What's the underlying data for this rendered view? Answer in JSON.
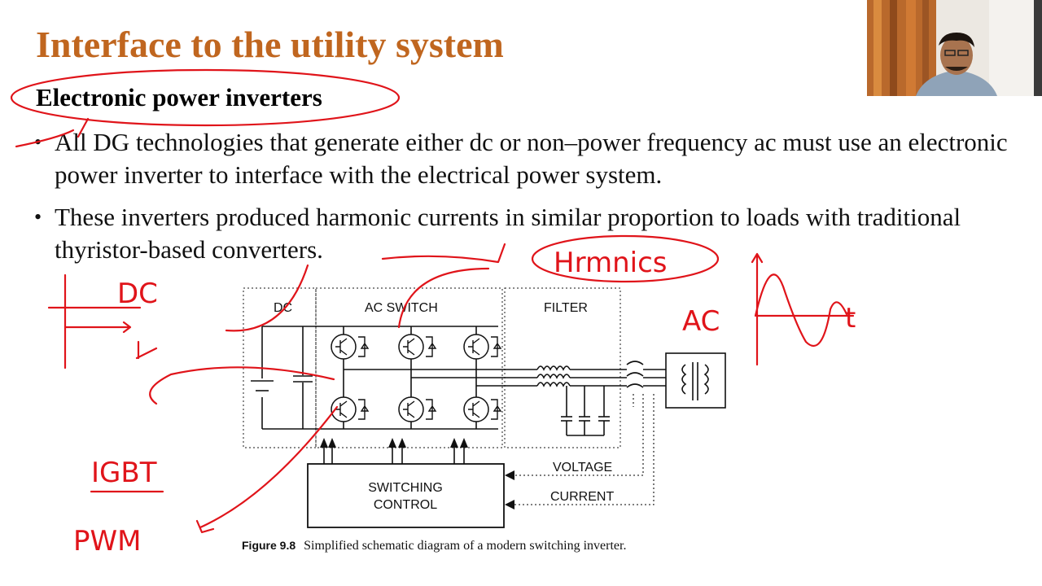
{
  "slide": {
    "title": "Interface to the utility system",
    "subheading": "Electronic power inverters",
    "bullets": [
      "All DG technologies that generate either dc or non–power frequency ac must use an electronic power inverter to interface with the electrical power system.",
      "These inverters produced harmonic currents in similar proportion to loads with traditional thyristor-based converters."
    ]
  },
  "figure": {
    "section_labels": {
      "dc": "DC",
      "ac_switch": "AC SWITCH",
      "filter": "FILTER"
    },
    "control_box_line1": "SWITCHING",
    "control_box_line2": "CONTROL",
    "voltage_label": "VOLTAGE",
    "current_label": "CURRENT",
    "caption_number": "Figure 9.8",
    "caption_text": "Simplified schematic diagram of a modern switching inverter."
  },
  "annotations": {
    "harmonics": "Hrmnics",
    "dc": "DC",
    "ac": "AC",
    "igbt": "IGBT",
    "pwm": "PWM",
    "t_label": "t"
  },
  "colors": {
    "title": "#c0661f",
    "ink": "#e0141a"
  }
}
